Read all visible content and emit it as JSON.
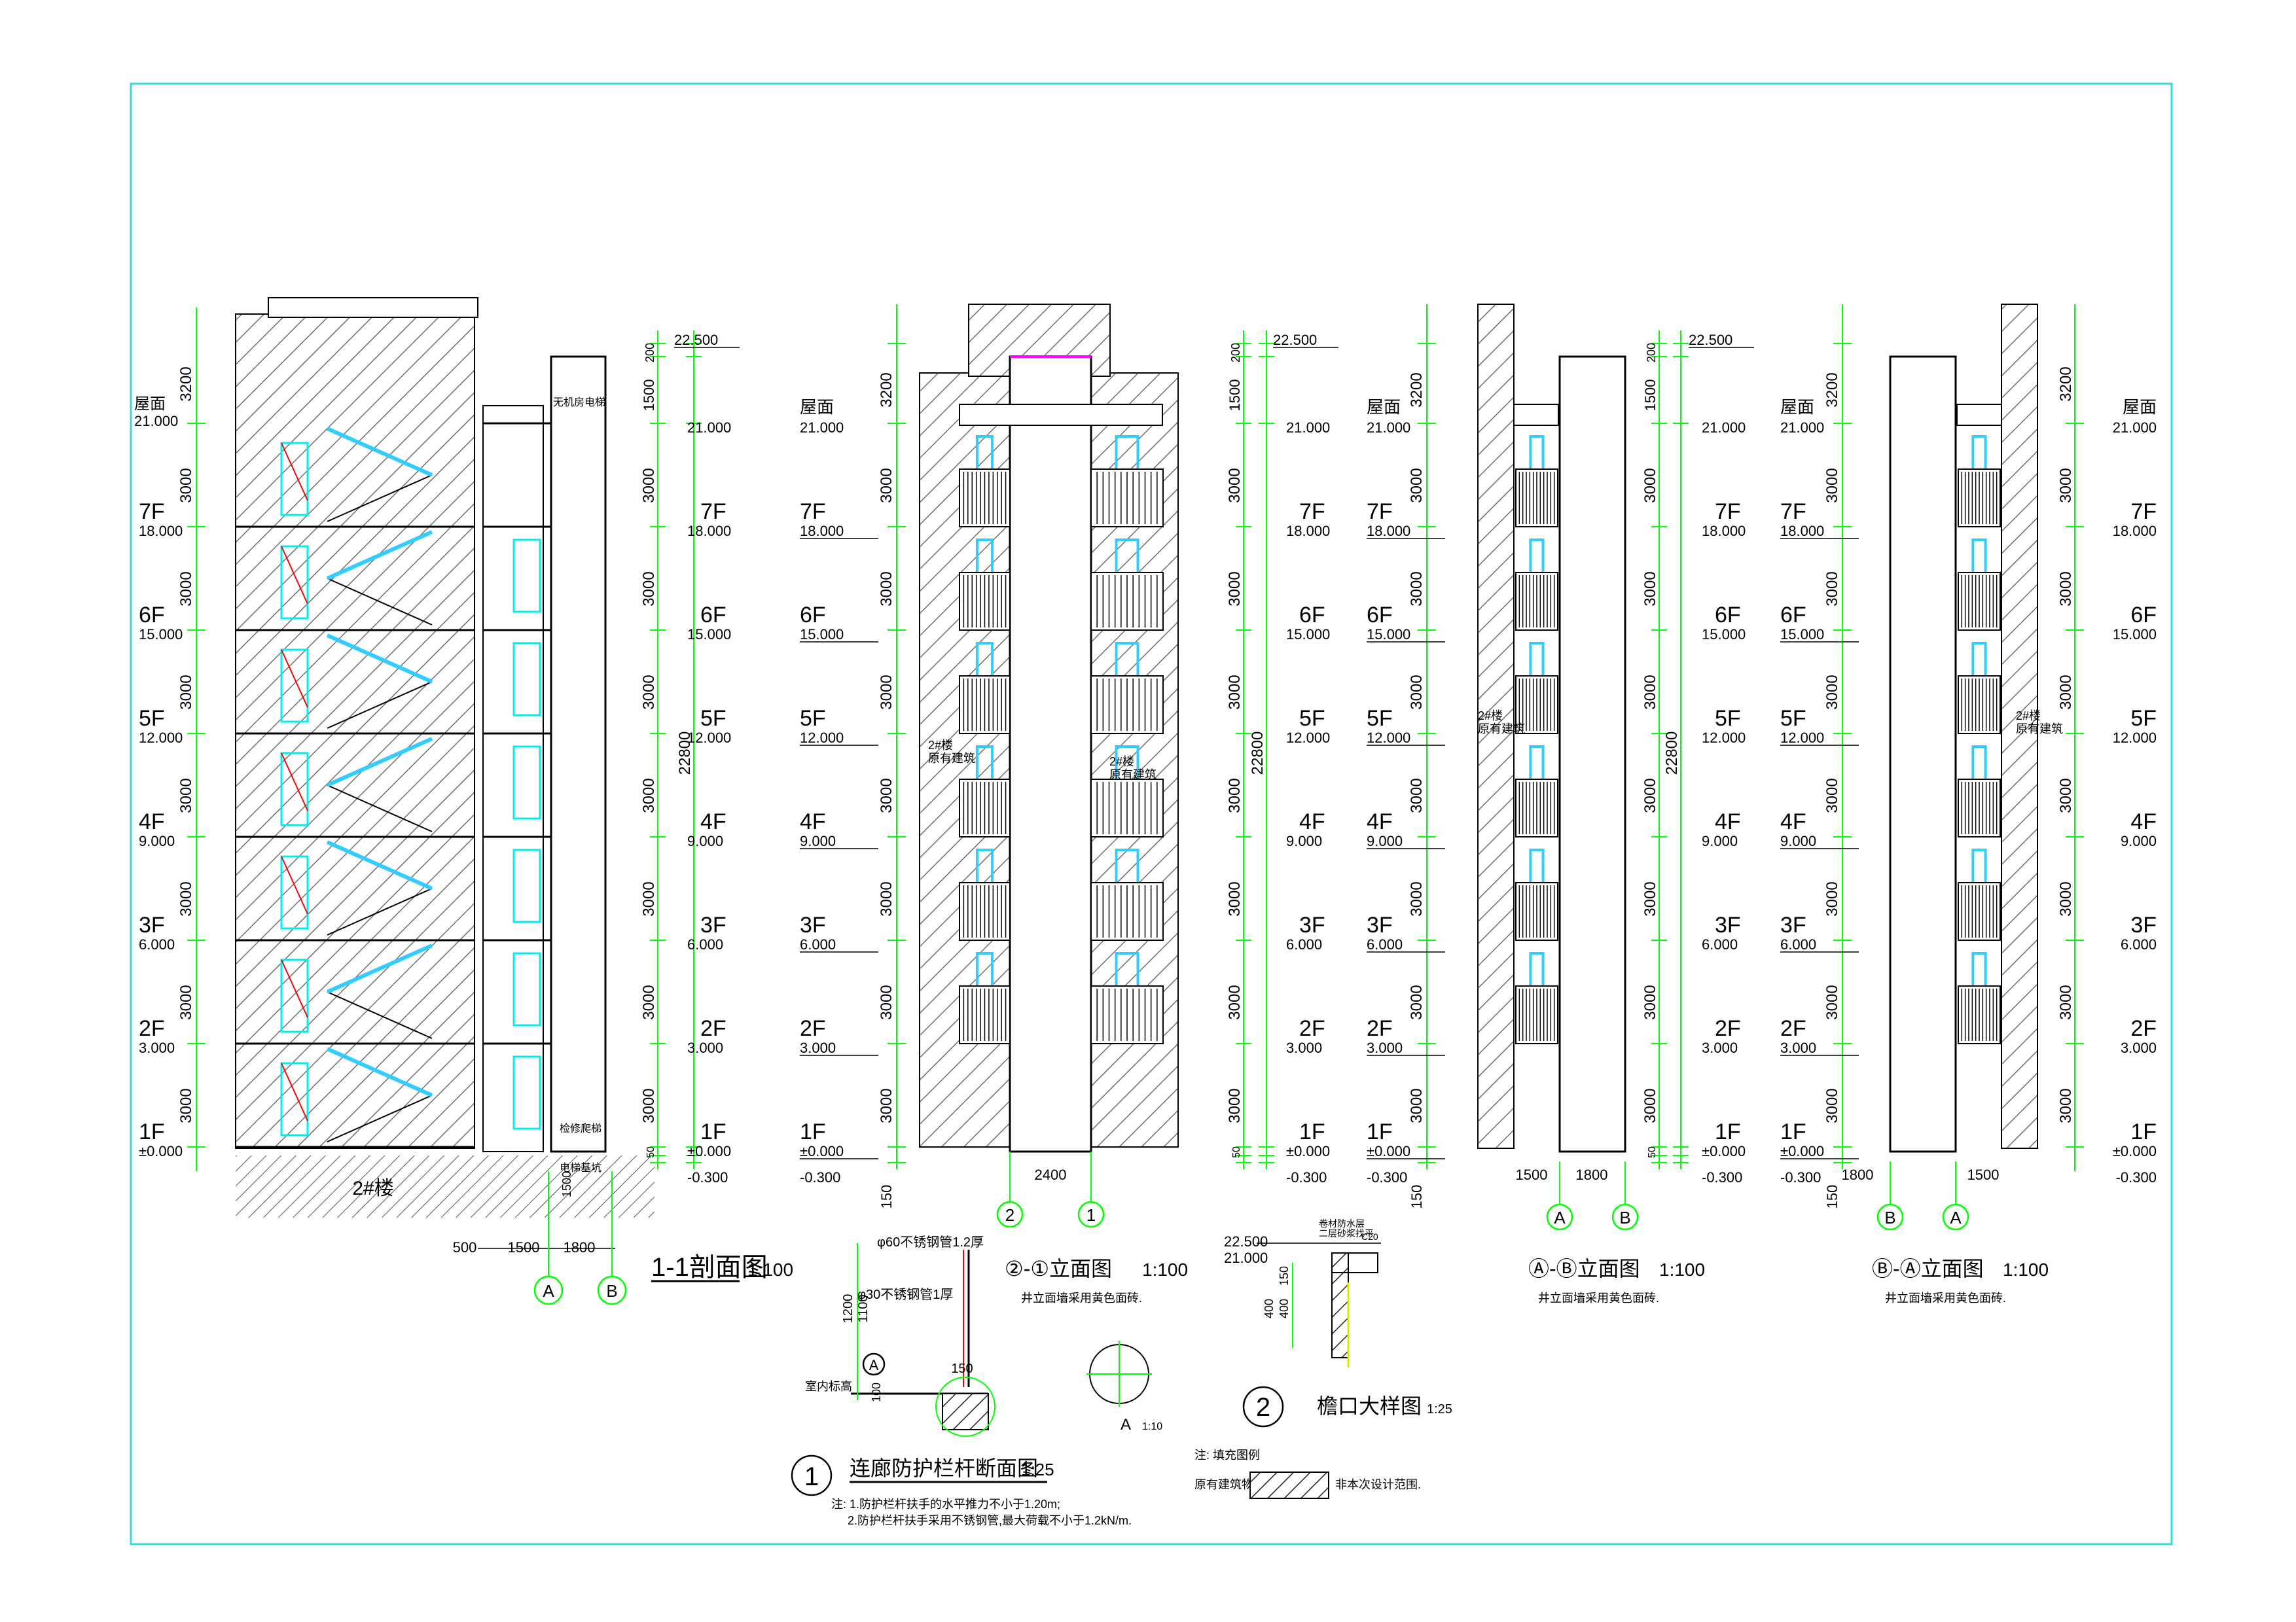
{
  "floors": [
    {
      "label": "1F",
      "elev": "±0.000"
    },
    {
      "label": "2F",
      "elev": "3.000"
    },
    {
      "label": "3F",
      "elev": "6.000"
    },
    {
      "label": "4F",
      "elev": "9.000"
    },
    {
      "label": "5F",
      "elev": "12.000"
    },
    {
      "label": "6F",
      "elev": "15.000"
    },
    {
      "label": "7F",
      "elev": "18.000"
    }
  ],
  "roof": {
    "label": "屋面",
    "elev": "21.000"
  },
  "top_elev": "22.500",
  "ground_elev": "-0.300",
  "dims": {
    "floor": "3000",
    "top": "3200",
    "parapet": "1500",
    "cap": "200",
    "total": "22800",
    "plinth": "150",
    "base": "150",
    "sub": "50"
  },
  "colors": {
    "dim": "#00ff00",
    "axis": "#00ff00",
    "window": "#33ccff",
    "frame": "#00eeee",
    "hatch": "#707070",
    "line": "#000000",
    "magenta": "#ff00ff",
    "red": "#ff0000"
  },
  "existing_building": {
    "line1": "2#楼",
    "line2": "原有建筑"
  },
  "section": {
    "title": "1-1剖面图",
    "scale": "1:100",
    "base_label": "2#楼",
    "lift_label": "无机房电梯",
    "pit_label": "检修爬梯",
    "pit_label2": "电梯基坑",
    "pit_depth": "1500",
    "bottom_dims": [
      "500",
      "1500",
      "1800"
    ],
    "axes": [
      "A",
      "B"
    ]
  },
  "elev_21": {
    "title": "②-①立面图",
    "scale": "1:100",
    "dims": [
      "2400"
    ],
    "axes": [
      "2",
      "1"
    ]
  },
  "elev_ab": {
    "title": "Ⓐ-Ⓑ立面图",
    "scale": "1:100",
    "note": "井立面墙采用黄色面砖.",
    "dims": [
      "1500",
      "1800"
    ],
    "axes": [
      "A",
      "B"
    ]
  },
  "elev_ba": {
    "title": "Ⓑ-Ⓐ立面图",
    "scale": "1:100",
    "note": "井立面墙采用黄色面砖.",
    "dims": [
      "1800",
      "1500"
    ],
    "axes": [
      "B",
      "A"
    ]
  },
  "note_21": "井立面墙采用黄色面砖.",
  "railing_detail": {
    "num": "1",
    "title": "连廊防护栏杆断面图",
    "scale": "1:25",
    "labels": [
      "φ60不锈钢管1.2厚",
      "φ30不锈钢管1厚",
      "室内标高"
    ],
    "dims": [
      "1200",
      "1100",
      "150",
      "100"
    ],
    "node": "A",
    "node_scale": "1:10",
    "notes": [
      "注: 1.防护栏杆扶手的水平推力不小于1.20m;",
      "2.防护栏杆扶手采用不锈钢管,最大荷载不小于1.2kN/m."
    ]
  },
  "eave_detail": {
    "num": "2",
    "title": "檐口大样图",
    "scale": "1:25",
    "elevs": [
      "22.500",
      "21.000"
    ],
    "dims": [
      "150",
      "400",
      "400"
    ],
    "labels": [
      "卷材防水层",
      "二层砂浆找平",
      "C20"
    ]
  },
  "legend": {
    "note": "注: 填充图例",
    "item1": "原有建筑物",
    "item2": "非本次设计范围."
  }
}
